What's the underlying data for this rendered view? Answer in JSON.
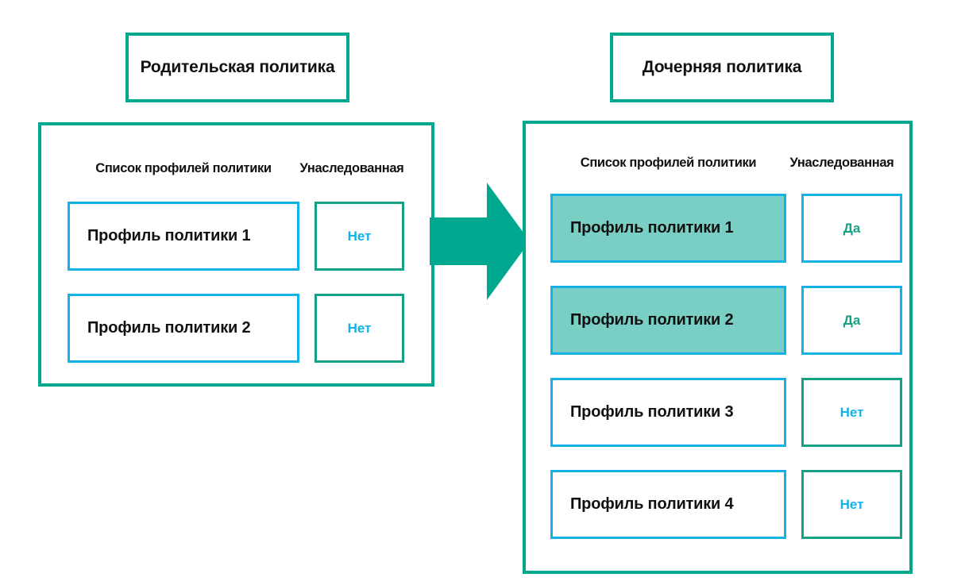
{
  "colors": {
    "teal_border": "#00a88f",
    "blue_border": "#14b1e7",
    "highlight_fill": "#7acfc4",
    "arrow_fill": "#00a88f",
    "yes_text": "#16a085",
    "no_text": "#14b1e7",
    "text": "#111111",
    "background": "#ffffff"
  },
  "parent": {
    "title": "Родительская политика",
    "headers": {
      "profiles": "Список профилей политики",
      "inherited": "Унаследованная"
    },
    "rows": [
      {
        "profile": "Профиль политики 1",
        "inherited": "Нет",
        "inherited_state": "no",
        "highlighted": false
      },
      {
        "profile": "Профиль политики 2",
        "inherited": "Нет",
        "inherited_state": "no",
        "highlighted": false
      }
    ]
  },
  "child": {
    "title": "Дочерняя политика",
    "headers": {
      "profiles": "Список профилей политики",
      "inherited": "Унаследованная"
    },
    "rows": [
      {
        "profile": "Профиль политики 1",
        "inherited": "Да",
        "inherited_state": "yes",
        "highlighted": true
      },
      {
        "profile": "Профиль политики 2",
        "inherited": "Да",
        "inherited_state": "yes",
        "highlighted": true
      },
      {
        "profile": "Профиль политики 3",
        "inherited": "Нет",
        "inherited_state": "no",
        "highlighted": false
      },
      {
        "profile": "Профиль политики 4",
        "inherited": "Нет",
        "inherited_state": "no",
        "highlighted": false
      }
    ]
  },
  "arrow": {
    "name": "inheritance-arrow",
    "direction": "right"
  }
}
